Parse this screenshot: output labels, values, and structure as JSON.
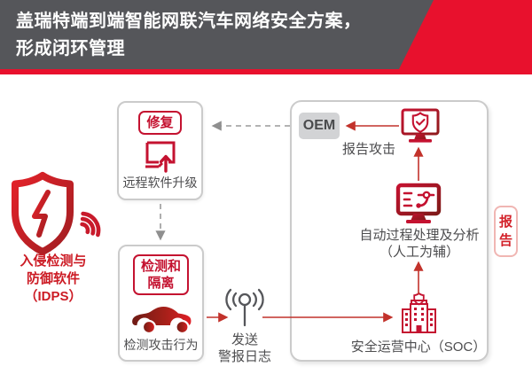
{
  "colors": {
    "header_bg": "#55565A",
    "accent_red": "#E8112D",
    "icon_red": "#C41230",
    "arrow_red": "#C2322B",
    "text_dark": "#4D4D4F",
    "text_red": "#CC1B24",
    "border_gray": "#CBCBCB"
  },
  "header": {
    "title_line1": "盖瑞特端到端智能网联汽车网络安全方案，",
    "title_line2": "形成闭环管理"
  },
  "idps": {
    "icon": "shield-lightning-icon",
    "line1": "入侵检测与",
    "line2": "防御软件",
    "line3": "（IDPS）"
  },
  "repair": {
    "badge": "修复",
    "caption": "远程软件升级",
    "icon": "monitor-upload-icon"
  },
  "detect": {
    "badge_line1": "检测和",
    "badge_line2": "隔离",
    "caption": "检测攻击行为",
    "icon": "car-icon"
  },
  "send_alert": {
    "icon": "antenna-icon",
    "line1": "发送",
    "line2": "警报日志"
  },
  "panel": {
    "oem_label": "OEM",
    "report_attack": "报告攻击",
    "report_icon": "monitor-shield-icon",
    "auto_process_line1": "自动过程处理及分析",
    "auto_process_line2": "（人工为辅）",
    "process_icon": "monitor-process-icon",
    "soc_caption": "安全运营中心（SOC）",
    "soc_icon": "building-icon"
  },
  "report_badge": {
    "line1": "报",
    "line2": "告"
  }
}
